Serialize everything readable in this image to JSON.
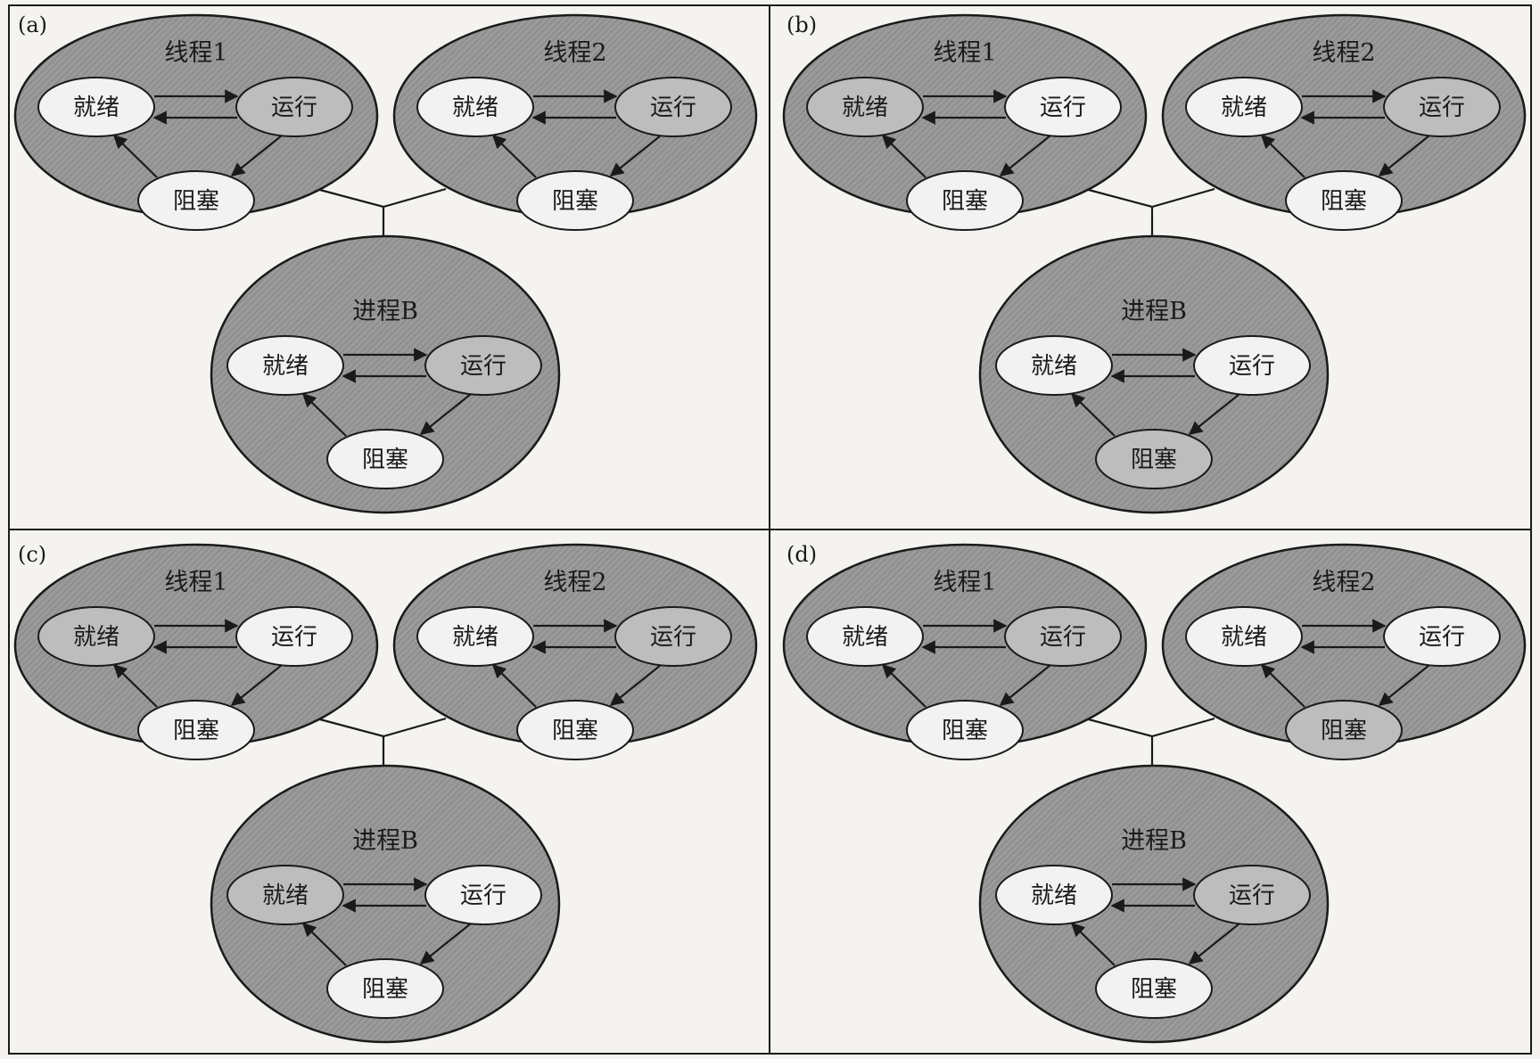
{
  "colors": {
    "page": "#f4f3ef",
    "big_ellipse": "#9a9a9a",
    "state_default": "#f2f2f2",
    "state_highlight": "#bdbdbd",
    "line": "#1a1a1a"
  },
  "state_labels": {
    "ready": "就绪",
    "running": "运行",
    "blocked": "阻塞"
  },
  "panels": [
    {
      "label": "(a)",
      "thread1": {
        "title": "线程1",
        "highlight": "running"
      },
      "thread2": {
        "title": "线程2",
        "highlight": "running"
      },
      "process": {
        "title": "进程B",
        "highlight": "running"
      }
    },
    {
      "label": "(b)",
      "thread1": {
        "title": "线程1",
        "highlight": "ready"
      },
      "thread2": {
        "title": "线程2",
        "highlight": "running"
      },
      "process": {
        "title": "进程B",
        "highlight": "blocked"
      }
    },
    {
      "label": "(c)",
      "thread1": {
        "title": "线程1",
        "highlight": "ready"
      },
      "thread2": {
        "title": "线程2",
        "highlight": "running"
      },
      "process": {
        "title": "进程B",
        "highlight": "ready"
      }
    },
    {
      "label": "(d)",
      "thread1": {
        "title": "线程1",
        "highlight": "running"
      },
      "thread2": {
        "title": "线程2",
        "highlight": "blocked"
      },
      "process": {
        "title": "进程B",
        "highlight": "running"
      }
    }
  ]
}
